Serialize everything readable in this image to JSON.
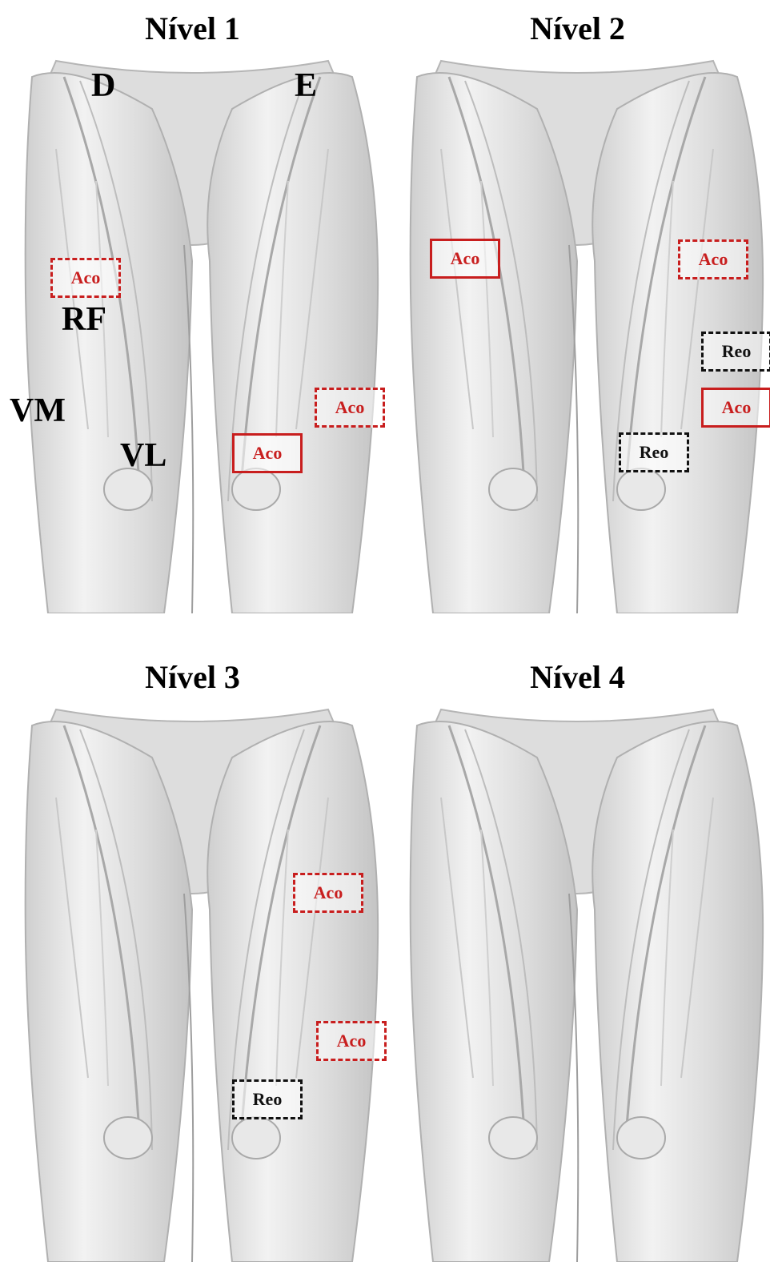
{
  "panels": [
    {
      "title": "Nível 1",
      "side_labels": {
        "right": "D",
        "left": "E"
      },
      "muscle_labels": {
        "rf": "RF",
        "vm": "VM",
        "vl": "VL"
      },
      "boxes": [
        {
          "label": "Aco",
          "color": "red",
          "style": "dashed"
        },
        {
          "label": "Aco",
          "color": "red",
          "style": "dashed"
        },
        {
          "label": "Aco",
          "color": "red",
          "style": "solid"
        }
      ]
    },
    {
      "title": "Nível 2",
      "boxes": [
        {
          "label": "Aco",
          "color": "red",
          "style": "solid"
        },
        {
          "label": "Aco",
          "color": "red",
          "style": "dashed"
        },
        {
          "label": "Reo",
          "color": "black",
          "style": "dashed"
        },
        {
          "label": "Aco",
          "color": "red",
          "style": "solid"
        },
        {
          "label": "Reo",
          "color": "black",
          "style": "dashed"
        }
      ]
    },
    {
      "title": "Nível 3",
      "boxes": [
        {
          "label": "Aco",
          "color": "red",
          "style": "dashed"
        },
        {
          "label": "Aco",
          "color": "red",
          "style": "dashed"
        },
        {
          "label": "Reo",
          "color": "black",
          "style": "dashed"
        }
      ]
    },
    {
      "title": "Nível 4",
      "boxes": []
    }
  ],
  "colors": {
    "aco": "#c81e1e",
    "reo": "#111111",
    "muscle": "#d9d9d9"
  }
}
